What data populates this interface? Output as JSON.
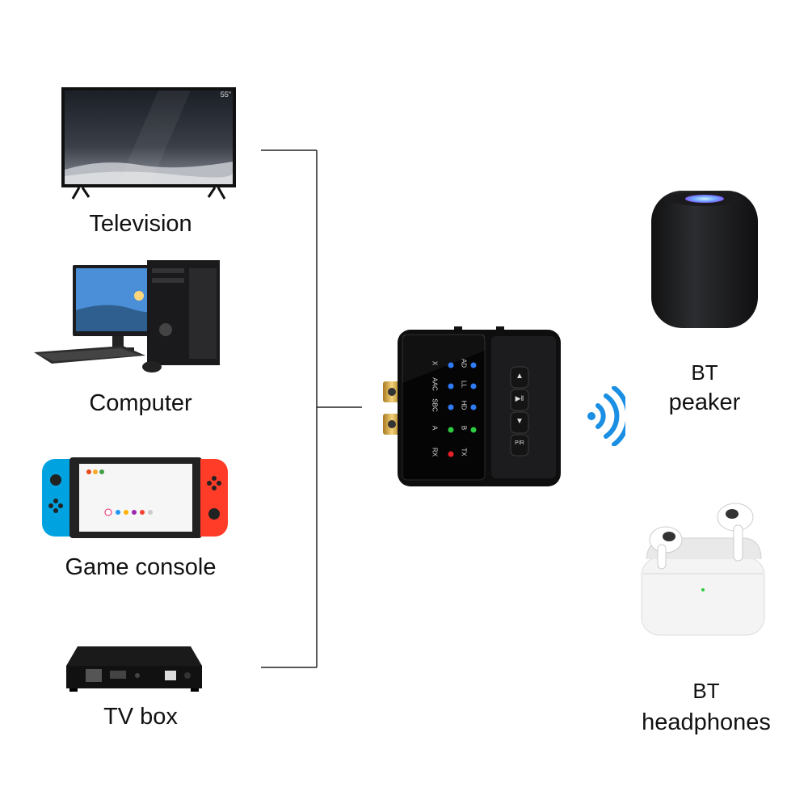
{
  "sources": [
    {
      "label": "Television",
      "icon": "television-icon"
    },
    {
      "label": "Computer",
      "icon": "computer-icon"
    },
    {
      "label": "Game console",
      "icon": "game-console-icon"
    },
    {
      "label": "TV box",
      "icon": "tv-box-icon"
    }
  ],
  "tv": {
    "size_badge": "55\""
  },
  "device": {
    "left_col": [
      "X",
      "AAC",
      "SBC",
      "A",
      "RX"
    ],
    "right_col": [
      "AD",
      "LL",
      "HD",
      "B",
      "TX"
    ],
    "buttons": [
      "▲",
      "▶︎‖",
      "▼",
      "P/R"
    ]
  },
  "outputs": [
    {
      "line1": "BT",
      "line2": "peaker",
      "icon": "bt-speaker-icon"
    },
    {
      "line1": "BT",
      "line2": "headphones",
      "icon": "bt-headphones-icon"
    }
  ],
  "colors": {
    "led_blue": "#2e7cf6",
    "led_green": "#2ecc40",
    "led_red": "#e8212a",
    "signal": "#1a8fe3"
  }
}
